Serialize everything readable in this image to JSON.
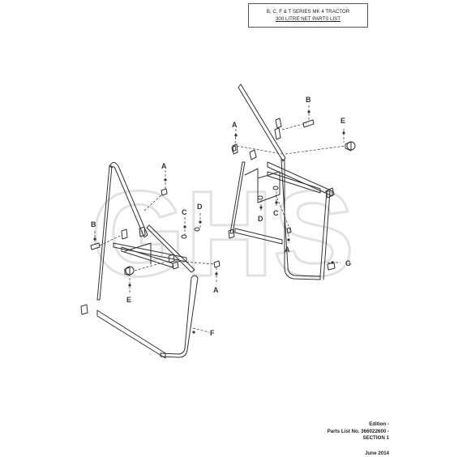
{
  "header": {
    "line1": "B, C, F & T SERIES MK 4 TRACTOR",
    "line2": "300 LITRE NET PARTS LIST"
  },
  "watermark": "GHS",
  "callouts": {
    "a_upper_right": "A",
    "b_upper_right": "B",
    "e_upper_right": "E",
    "d_right": "D",
    "c_right": "C",
    "a_right_lower": "A",
    "g": "G",
    "a_left_upper": "A",
    "b_left": "B",
    "c_left": "C",
    "d_left": "D",
    "a_left_lower": "A",
    "e_left": "E",
    "f": "F"
  },
  "footer": {
    "edition": "Edition -",
    "parts_list": "Parts List No. 366022600 -",
    "section": "SECTION 1",
    "date": "June 2014"
  },
  "colors": {
    "line": "#333333",
    "watermark": "#e2e2e2"
  }
}
